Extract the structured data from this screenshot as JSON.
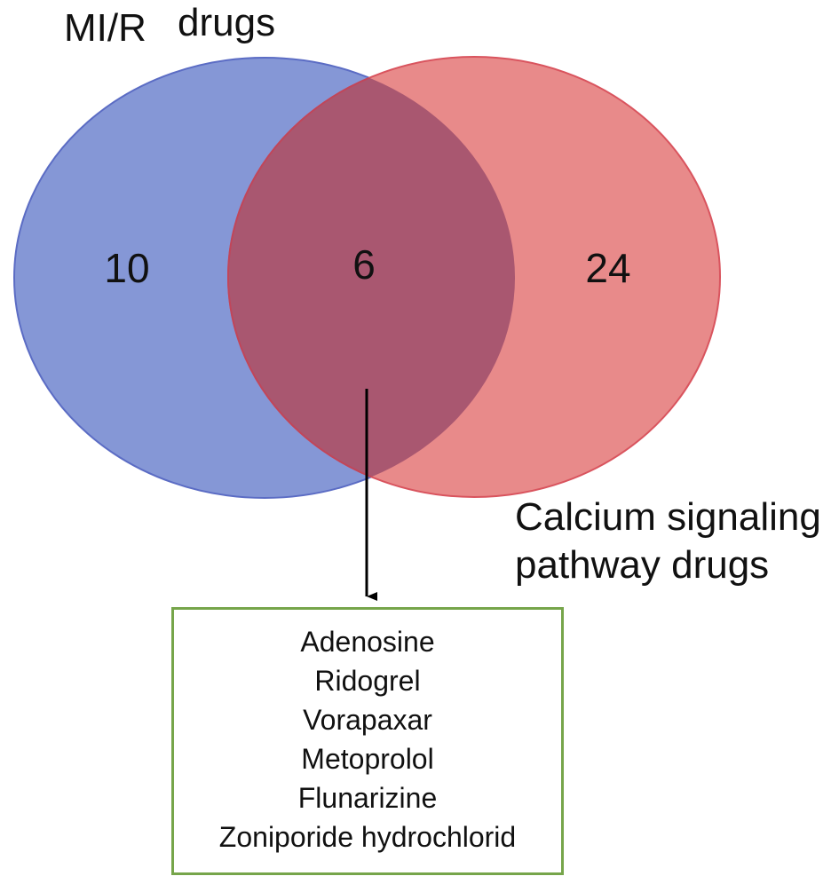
{
  "sets": {
    "left": {
      "label_a": "MI/R",
      "label_b": "drugs",
      "count": "10",
      "color": "#8597d6"
    },
    "right": {
      "label": "Calcium signaling\npathway drugs",
      "count": "24",
      "color": "#e88a8a"
    },
    "overlap": {
      "count": "6",
      "color": "#a95770"
    }
  },
  "drug_box": {
    "border_color": "#76a54a",
    "items": [
      "Adenosine",
      "Ridogrel",
      "Vorapaxar",
      "Metoprolol",
      "Flunarizine",
      "Zoniporide hydrochlorid"
    ]
  }
}
